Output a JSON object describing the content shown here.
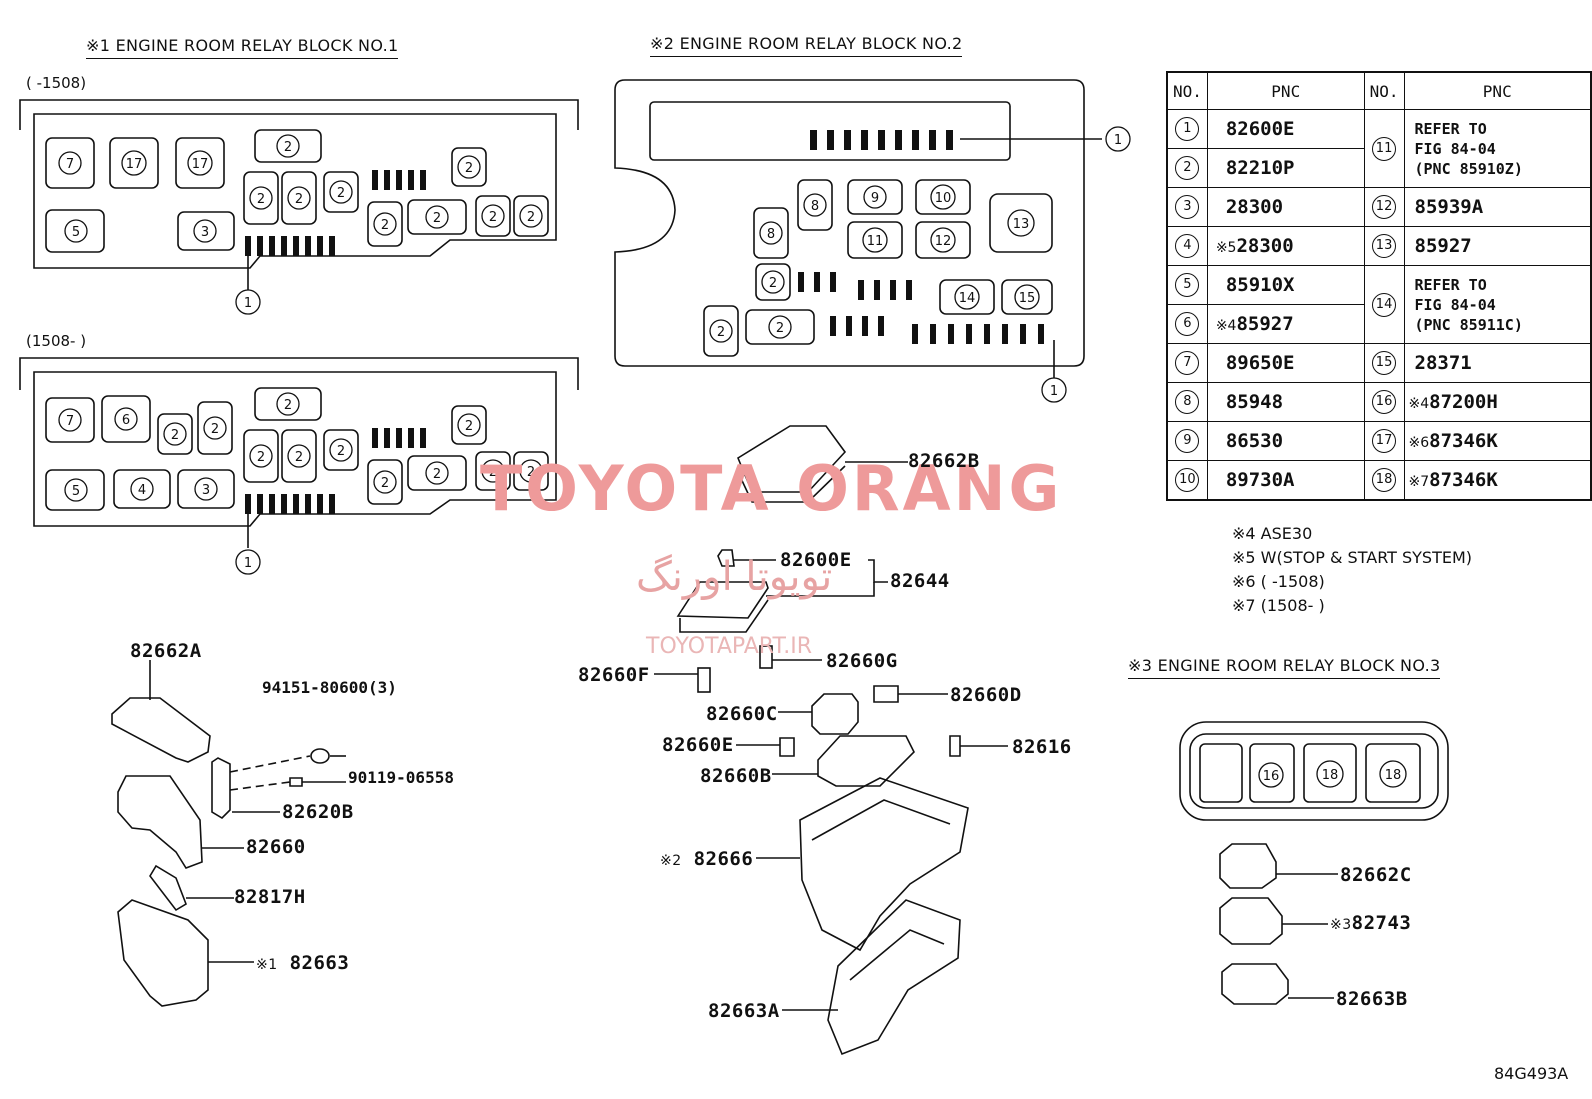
{
  "titles": {
    "block1": "※1 ENGINE ROOM RELAY BLOCK  NO.1",
    "block2": "※2 ENGINE ROOM RELAY BLOCK  NO.2",
    "block3": "※3 ENGINE ROOM RELAY BLOCK  NO.3"
  },
  "ranges": {
    "block1_top": "(      -1508)",
    "block1_bottom": "(1508-      )"
  },
  "table": {
    "header_no": "NO.",
    "header_pnc": "PNC",
    "rows": [
      {
        "no": "1",
        "pnc": "82600E",
        "mark": ""
      },
      {
        "no": "2",
        "pnc": "82210P",
        "mark": ""
      },
      {
        "no": "3",
        "pnc": "28300",
        "mark": ""
      },
      {
        "no": "4",
        "pnc": "28300",
        "mark": "※5"
      },
      {
        "no": "5",
        "pnc": "85910X",
        "mark": ""
      },
      {
        "no": "6",
        "pnc": "85927",
        "mark": "※4"
      },
      {
        "no": "7",
        "pnc": "89650E",
        "mark": ""
      },
      {
        "no": "8",
        "pnc": "85948",
        "mark": ""
      },
      {
        "no": "9",
        "pnc": "86530",
        "mark": ""
      },
      {
        "no": "10",
        "pnc": "89730A",
        "mark": ""
      }
    ],
    "rows_right": [
      {
        "no": "11",
        "lines": [
          "REFER TO",
          "FIG 84-04",
          "(PNC 85910Z)"
        ]
      },
      {
        "no": "12",
        "pnc": "85939A",
        "mark": ""
      },
      {
        "no": "13",
        "pnc": "85927",
        "mark": ""
      },
      {
        "no": "14",
        "lines": [
          "REFER TO",
          "FIG 84-04",
          "(PNC 85911C)"
        ]
      },
      {
        "no": "15",
        "pnc": "28371",
        "mark": ""
      },
      {
        "no": "16",
        "pnc": "87200H",
        "mark": "※4"
      },
      {
        "no": "17",
        "pnc": "87346K",
        "mark": "※6"
      },
      {
        "no": "18",
        "pnc": "87346K",
        "mark": "※7"
      }
    ]
  },
  "notes": [
    "※4 ASE30",
    "※5 W(STOP & START SYSTEM)",
    "※6 (      -1508)",
    "※7 (1508-      )"
  ],
  "parts": {
    "p82662B": "82662B",
    "p82600E": "82600E",
    "p82644": "82644",
    "p82660G": "82660G",
    "p82660F": "82660F",
    "p82660C": "82660C",
    "p82660D": "82660D",
    "p82660E": "82660E",
    "p82616": "82616",
    "p82660B": "82660B",
    "p82666": "82666",
    "p82666_mark": "※2",
    "p82663A": "82663A",
    "p82662A": "82662A",
    "p94151": "94151-80600(3)",
    "p90119": "90119-06558",
    "p82620B": "82620B",
    "p82660": "82660",
    "p82817H": "82817H",
    "p82663": "82663",
    "p82663_mark": "※1",
    "p82662C": "82662C",
    "p82743": "82743",
    "p82743_mark": "※3",
    "p82663B": "82663B"
  },
  "figure_id": "84G493A",
  "watermark": {
    "main": "TOYOTA ORANG",
    "persian": "تویوتا اورنگ",
    "url": "TOYOTAPART.IR"
  }
}
